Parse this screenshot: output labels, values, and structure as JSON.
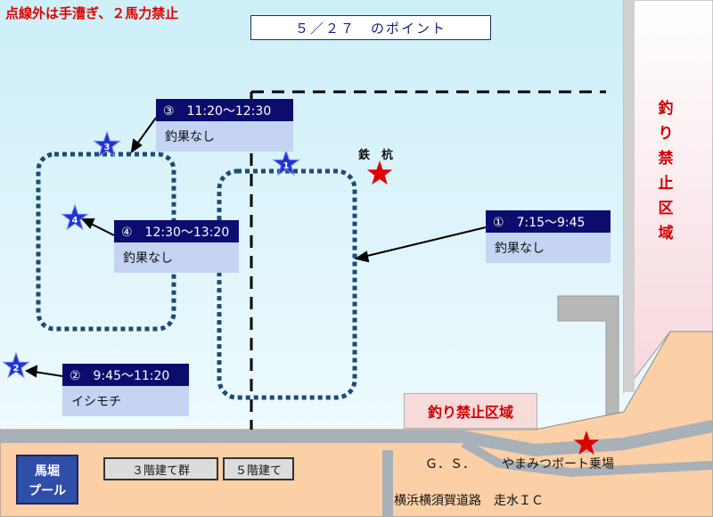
{
  "notice": "点線外は手漕ぎ、２馬力禁止",
  "title": "５／２７　のポイント",
  "points": [
    {
      "id": "1",
      "time": "①　7:15～9:45",
      "result": "釣果なし"
    },
    {
      "id": "2",
      "time": "②　9:45～11:20",
      "result": "イシモチ"
    },
    {
      "id": "3",
      "time": "③　11:20～12:30",
      "result": "釣果なし"
    },
    {
      "id": "4",
      "time": "④　12:30～13:20",
      "result": "釣果なし"
    }
  ],
  "markers": {
    "m1": "1",
    "m2": "2",
    "m3": "3",
    "m4": "4"
  },
  "stake_label": "鉄　杭",
  "no_fishing_vertical": [
    "釣",
    "り",
    "禁",
    "止",
    "区",
    "域"
  ],
  "no_fishing_box": "釣り禁止区域",
  "buildings": {
    "group3": "３階建て群",
    "b5": "５階建て",
    "pool": "馬堀\nプール"
  },
  "labels": {
    "gs": "Ｇ．Ｓ．",
    "boat": "やまみつボート乗場",
    "road": "横浜横須賀道路　走水ＩＣ"
  },
  "colors": {
    "sea_top": "#cdeff8",
    "sea_bottom": "#f4fcff",
    "land": "#fbd0a6",
    "road": "#a8b0b8",
    "zone_border": "#1f4a78",
    "header": "#0c0c6e",
    "card_body": "#c4d4f2",
    "marker": "#2233cc",
    "red": "#e00000"
  }
}
